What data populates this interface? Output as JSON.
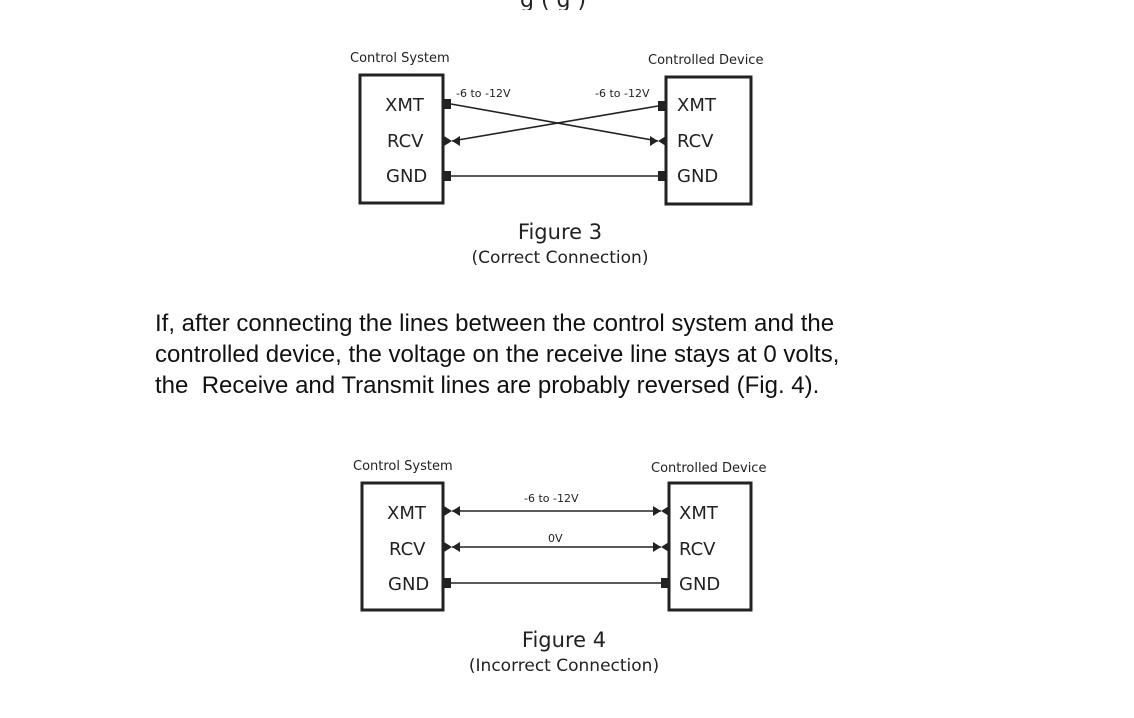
{
  "page": {
    "cut_heading": "g ( g )"
  },
  "figure3": {
    "left_title": "Control System",
    "right_title": "Controlled Device",
    "left_pins": [
      "XMT",
      "RCV",
      "GND"
    ],
    "right_pins": [
      "XMT",
      "RCV",
      "GND"
    ],
    "left_voltage": "-6 to -12V",
    "right_voltage": "-6 to -12V",
    "caption_title": "Figure 3",
    "caption_sub": "(Correct Connection)"
  },
  "paragraph": {
    "lines": [
      "If, after connecting the lines between the control system and the",
      "controlled device, the voltage on the receive line stays at 0 volts,",
      "the  Receive and Transmit lines are probably reversed (Fig. 4)."
    ]
  },
  "figure4": {
    "left_title": "Control System",
    "right_title": "Controlled Device",
    "left_pins": [
      "XMT",
      "RCV",
      "GND"
    ],
    "right_pins": [
      "XMT",
      "RCV",
      "GND"
    ],
    "top_voltage": "-6 to -12V",
    "mid_voltage": "0V",
    "caption_title": "Figure 4",
    "caption_sub": "(Incorrect Connection)"
  }
}
